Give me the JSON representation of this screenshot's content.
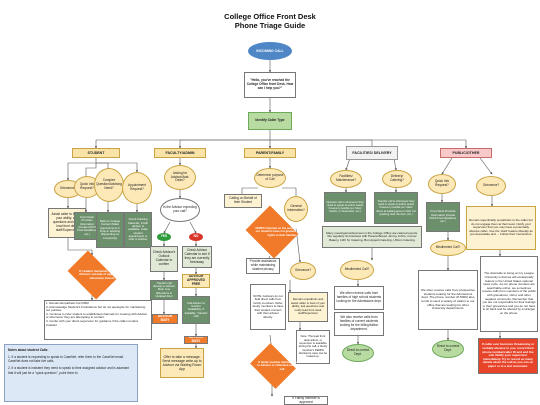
{
  "title_line1": "College Office Front Desk",
  "title_line2": "Phone Triage Guide",
  "nodes": {
    "incoming": "INCOMING CALL",
    "greeting": "\"Hello, you've reached the College Office front Desk. How can I help you?\"",
    "identify": "Identify Caller Type",
    "student": "STUDENT",
    "faculty": "FACULTY/ADMIN",
    "parent": "PARENT/FAMILY",
    "facilities": "FACILITIES/ DELIVERY",
    "public": "PUBLIC/OTHER",
    "s_grievance": "Grievance?",
    "s_quickinfo": "Quick Info Request?",
    "s_complex": "Complex Question/Advising Need?",
    "s_appointment": "Appointment Request?",
    "s_assist": "Assist caller to best of your ability, ask questions and notify lead front desk staff/Supervisor",
    "s_frontdesk": "Front Desk Provides Information (Create ASCII Post Deadlines, etc.)",
    "s_refer": "Refer to College Contact (Make Appointment) or Drop-in advising (Depending on complexity)",
    "s_schedule": "Check Advising Calendar; If with advisor is available, make student appointment or refer to Advisor",
    "s_escalate": "If student demands to speak to Advisor outside of appt time or otherwise insists",
    "s_steps": "1. Remain Empathetic but FIRM\n2. Acknowledge Student's Frustrations but do not apologize for maintaining our policies.\n3. Continue to refer student to established channels for meeting with Advisor or whomever they are attempting to contact.\n4. Confer with your direct supervisor for guidance if the caller remains insistent",
    "f_asking": "Asking for Advisor/Asst. Dean?",
    "f_expecting": "Is the Advisor expecting your call?",
    "f_yes": "YES",
    "f_no": "NO",
    "f_check_cal": "Check Advisor's Outlook Calendar to confirm",
    "f_check_busy": "Check Advisor Calendar to see if they are currently free/away",
    "f_approval": "ADVISOR APPROVED FREE",
    "f_transfer": "Transfer call directly to Advisor Main Line (Directions in Updated Doc)",
    "f_busy1": "ADVISOR BUSY",
    "f_callprompt": "Call Advisor to Confirm Availability; If Available, Transfer Call",
    "f_busy2": "ADVISOR BUSY",
    "f_message": "Offer to take a message. Send message write-up to Advisor via Waiting Room App",
    "p_determine": "Determine purpose of Call",
    "p_callingbehalf": "Calling on Behalf of their Student",
    "p_general": "General information?",
    "p_ferpa": "FERPA! Operate on the assumption that our students have not granted (Privacy) rights to their families",
    "p_provide": "Provide assistance while maintaining student privacy",
    "p_note": "NOTE: Advisors do not field direct calls from family members. Refer family members to have their student connect with their advisor directly.",
    "p_grievance": "Grievance?",
    "p_empathetic": "Remain empathetic and assist caller to best of your ability, ask questions and notify lead front desk staff/Supervisor",
    "p_note2": "Note: The lead front desk admin, or supervisor is available during the call, a family member's FERPA disclosure case can be looked up.",
    "p_threat": "If family member demands to speak to Advisor or otherwise escalates the call",
    "p_ifmember": "If Family member is approved",
    "fac_maintenance": "Facilities/ Maintenance?",
    "fac_delivery": "Delivery/ Catering?",
    "fac_operator1": "Operator call to whomever they need to speak to and/or assist however possible (ex: Meet Janitor, or Supervisor, etc.)",
    "fac_operator2": "Transfer call to whomever they need to speak to and/or assist however possible (ex: Meet driver at loading area or CDC Lot (parking near the door, etc.)",
    "fac_contacts": "Many meetings/conferences in the College Office are catered events. We regularly do business with Panera Bread, Jimmy Johns, Corner Bakery, 13th St. Catering, Bon Appetit Catering, UPenn Catering",
    "fac_misdirected": "Misdirected Call?",
    "fac_receive": "We often receive calls from families of high school students looking for the Admissions dept.",
    "fac_receive2": "We also receive calls from families of current students looking for the billing/tuition department.",
    "fac_direct": "Direct to correct Dept.",
    "pub_quickinfo": "Quick Info Request?",
    "pub_grievance": "Grievance?",
    "pub_frontdesk": "Front Desk Provides Information (Create ASCII Post Deadlines, etc.)",
    "pub_remain": "Remain superficially empathetic to the caller but do not engage them at their level. Notify your supervisor that you may have a potentially abusive caller. Use the 'Hold' feature liberally as you deescalate and ... Follow their instructions.",
    "pub_misdirected": "Misdirected Call?",
    "pub_receive": "We often receive calls from prospective students looking for the Admissions dept. The phone number (8-5000) also tends to send a variety of callers to our office that are looking for other University departments.",
    "pub_direct": "Direct to correct Dept.",
    "pub_downside": "The downside to being an Ivy League University is that we will occasionally feature in the United States national news cycle. As our phone numbers are searchable online, we sometimes receive calls from members of the public with grievances, vitriol, and other negative comments. Remember that you are not responsible for their feelings or their grievances and you do not have to sit back and be abused by a stranger on the phone.",
    "pub_threat": "If caller ever becomes threatening or verbally abusive to you, record their phone number/caller ID and end the call. Notify your supervisor immediately. Try to record as many details about the call as you can on paper or in a text document."
  },
  "notes": {
    "title": "Notes about student Calls:",
    "items": [
      "1. If a student is requesting to speak to CaseNet, refer them to the CaseNet email. CaseNet does not take live calls.",
      "2. If a student is insistent they need to speak to their assigned advisor and is adamant that it will just be a \"quick question\", point them to"
    ]
  }
}
